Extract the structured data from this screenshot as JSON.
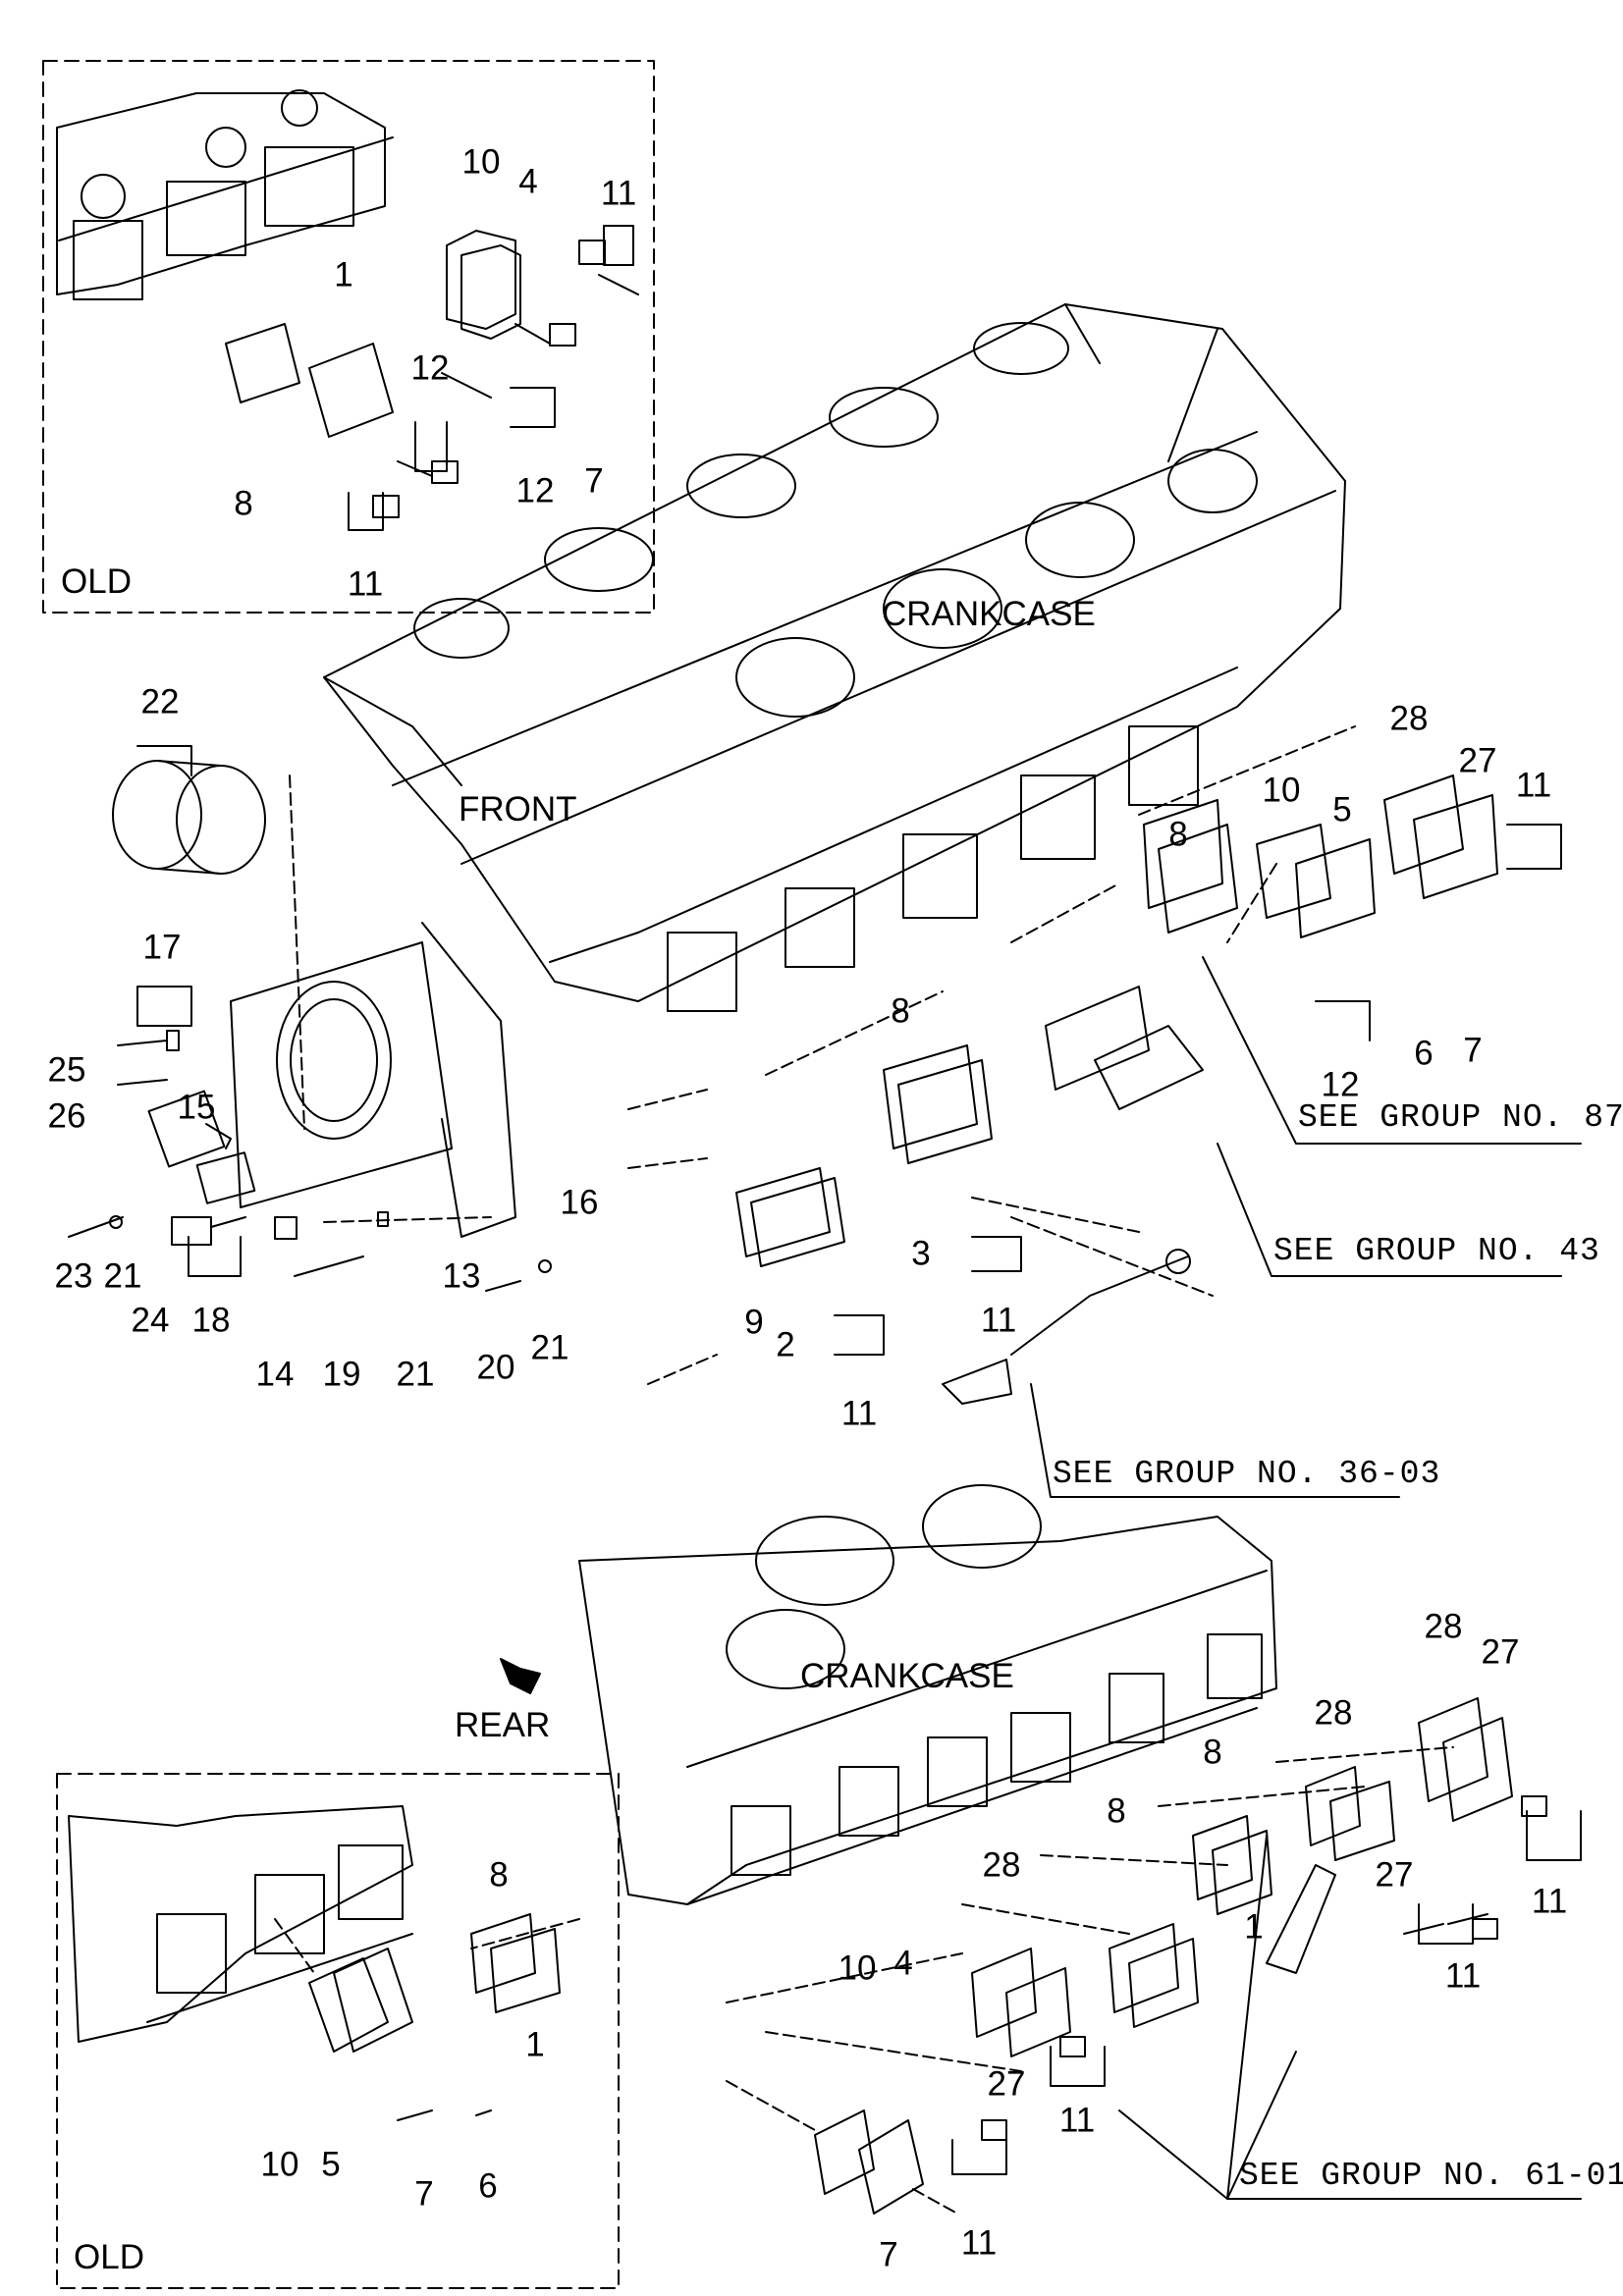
{
  "captions": {
    "old_top": "OLD",
    "old_bottom": "OLD",
    "crankcase_top": "CRANKCASE",
    "crankcase_bottom": "CRANKCASE",
    "front": "FRONT",
    "rear": "REAR"
  },
  "references": {
    "group_87": "SEE GROUP NO. 87",
    "group_43": "SEE GROUP NO. 43",
    "group_36_03": "SEE GROUP NO. 36-03",
    "group_61_01": "SEE GROUP NO. 61-01"
  },
  "callouts": {
    "old_top": [
      "10",
      "4",
      "11",
      "1",
      "12",
      "8",
      "12",
      "7",
      "11"
    ],
    "upper_left": [
      "22",
      "17",
      "25",
      "26",
      "15",
      "23",
      "21",
      "24",
      "18",
      "14",
      "19",
      "21",
      "16",
      "13",
      "20",
      "21"
    ],
    "upper_right": [
      "28",
      "27",
      "11",
      "10",
      "5",
      "8",
      "6",
      "7",
      "12"
    ],
    "upper_middle": [
      "8",
      "3",
      "9",
      "2",
      "11",
      "11"
    ],
    "old_bottom": [
      "8",
      "1",
      "10",
      "5",
      "7",
      "6"
    ],
    "lower_right": [
      "28",
      "27",
      "28",
      "8",
      "8",
      "27",
      "1",
      "11",
      "11",
      "10",
      "4",
      "28",
      "27",
      "11",
      "11",
      "7"
    ]
  }
}
